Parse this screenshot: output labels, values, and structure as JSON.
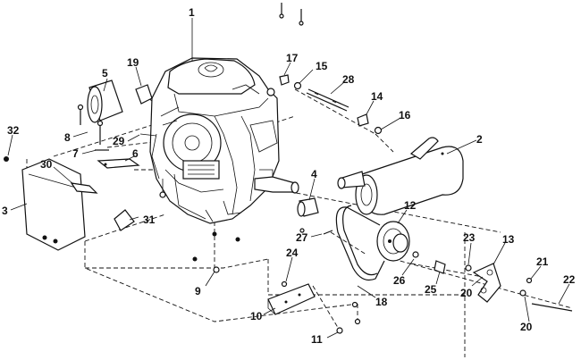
{
  "diagram": {
    "callouts": [
      {
        "id": "c1",
        "label": "1"
      },
      {
        "id": "c2",
        "label": "2"
      },
      {
        "id": "c3",
        "label": "3"
      },
      {
        "id": "c4",
        "label": "4"
      },
      {
        "id": "c5",
        "label": "5"
      },
      {
        "id": "c6",
        "label": "6"
      },
      {
        "id": "c7",
        "label": "7"
      },
      {
        "id": "c8",
        "label": "8"
      },
      {
        "id": "c9",
        "label": "9"
      },
      {
        "id": "c10",
        "label": "10"
      },
      {
        "id": "c11",
        "label": "11"
      },
      {
        "id": "c12",
        "label": "12"
      },
      {
        "id": "c13",
        "label": "13"
      },
      {
        "id": "c14",
        "label": "14"
      },
      {
        "id": "c15",
        "label": "15"
      },
      {
        "id": "c16",
        "label": "16"
      },
      {
        "id": "c17",
        "label": "17"
      },
      {
        "id": "c18",
        "label": "18"
      },
      {
        "id": "c19",
        "label": "19"
      },
      {
        "id": "c20a",
        "label": "20"
      },
      {
        "id": "c20b",
        "label": "20"
      },
      {
        "id": "c21",
        "label": "21"
      },
      {
        "id": "c22",
        "label": "22"
      },
      {
        "id": "c23",
        "label": "23"
      },
      {
        "id": "c24",
        "label": "24"
      },
      {
        "id": "c25",
        "label": "25"
      },
      {
        "id": "c26",
        "label": "26"
      },
      {
        "id": "c27",
        "label": "27"
      },
      {
        "id": "c28",
        "label": "28"
      },
      {
        "id": "c29",
        "label": "29"
      },
      {
        "id": "c30",
        "label": "30"
      },
      {
        "id": "c31",
        "label": "31"
      },
      {
        "id": "c32",
        "label": "32"
      }
    ]
  }
}
